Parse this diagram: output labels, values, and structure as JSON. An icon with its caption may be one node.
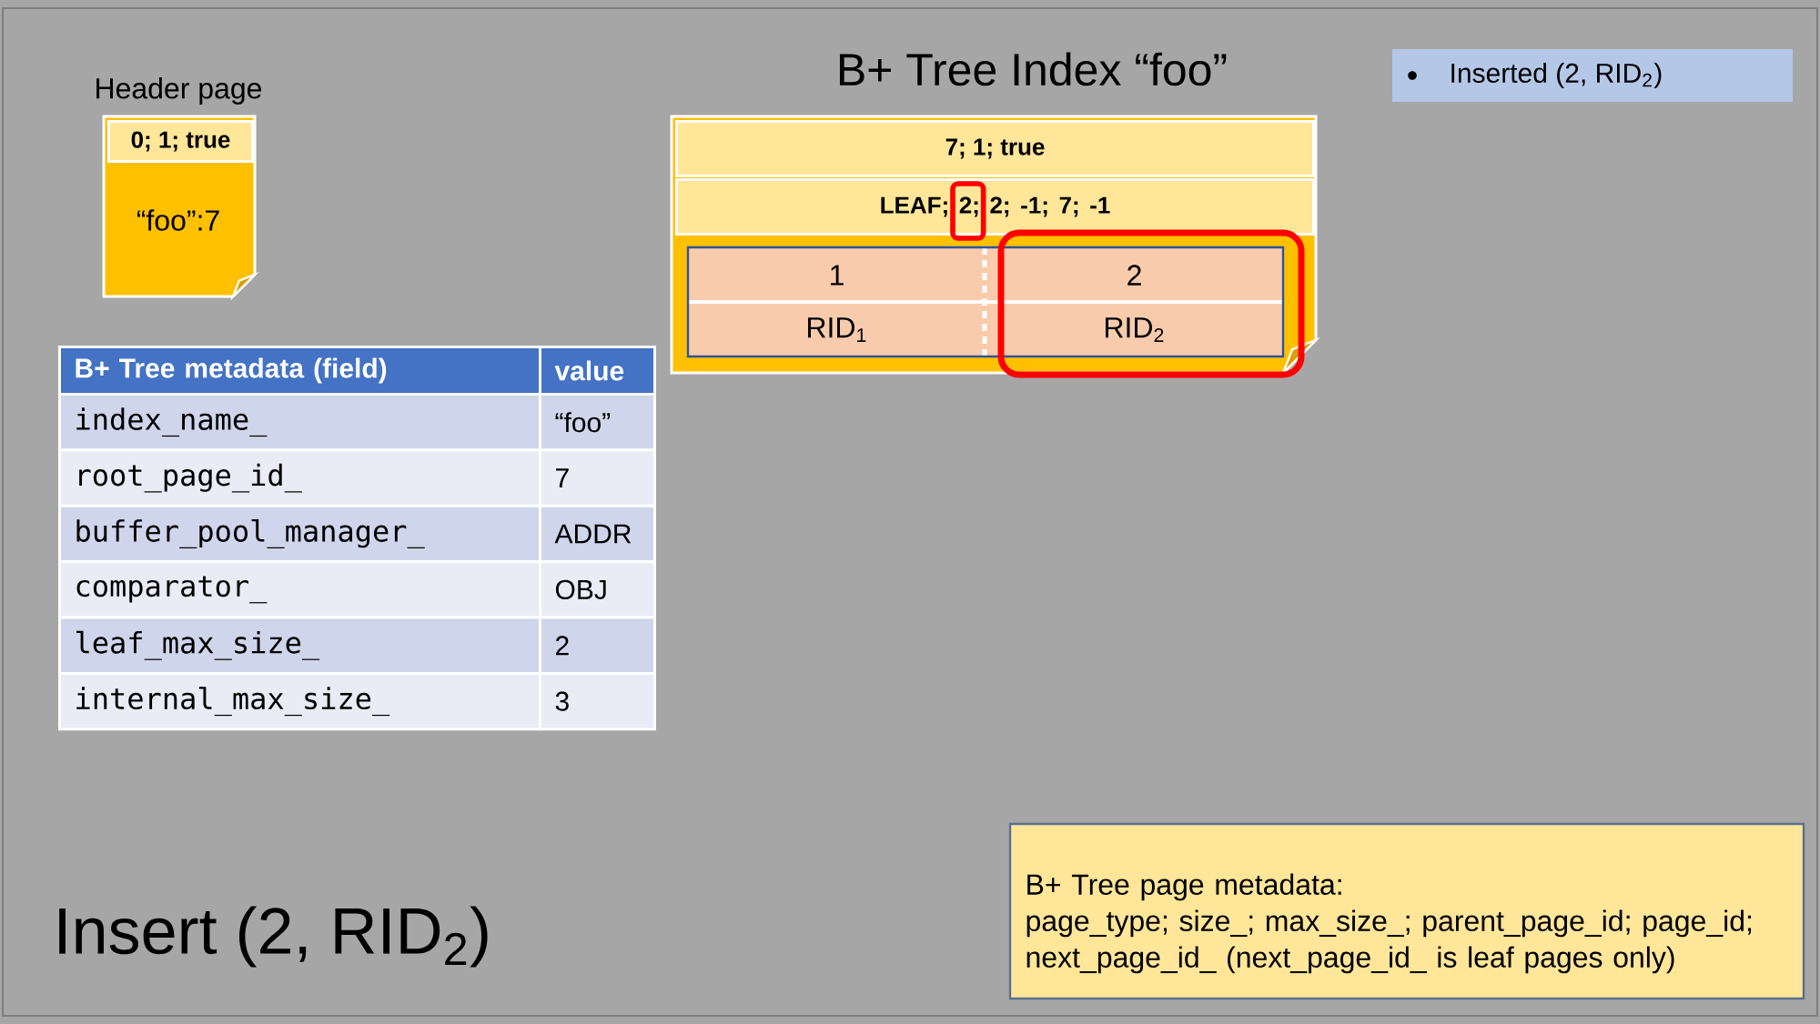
{
  "diagram": {
    "title": "Insert (2, RID$_{2}$)",
    "nodes": [
      {
        "text": [
          "Header page",
          "“foo”:7"
        ]
      },
      {
        "text": [
          "0; 1; true"
        ],
        "in": 0
      },
      {
        "text": [
          "B+ Tree Index “foo”"
        ]
      },
      {
        "text": [
          "7; 1; true"
        ],
        "in": 2
      },
      {
        "text": [
          "LEAF; 2; 2; -1; 7; -1"
        ],
        "in": 2
      },
      {
        "text": [
          "1"
        ],
        "in": 2
      },
      {
        "text": [
          "2"
        ],
        "in": 2
      },
      {
        "text": [
          "RID$_{1}$"
        ],
        "in": 2
      },
      {
        "text": [
          "RID$_{2}$"
        ],
        "in": 2
      },
      {
        "text": [
          "Inserted (2, RID$_{2}$)"
        ]
      },
      {
        "text": [
          "B+ Tree page metadata:",
          "page_type; size_; max_size_; parent_page_id; page_id; next_page_id_ (next_page_id_ is leaf pages only)"
        ]
      }
    ],
    "labels": [
      "B+ Tree metadata (field)",
      "value",
      "index_name_",
      "“foo”",
      "root_page_id_",
      "7",
      "buffer_pool_manager_",
      "ADDR",
      "comparator_",
      "OBJ",
      "leaf_max_size_",
      "2",
      "internal_max_size_",
      "3"
    ]
  }
}
